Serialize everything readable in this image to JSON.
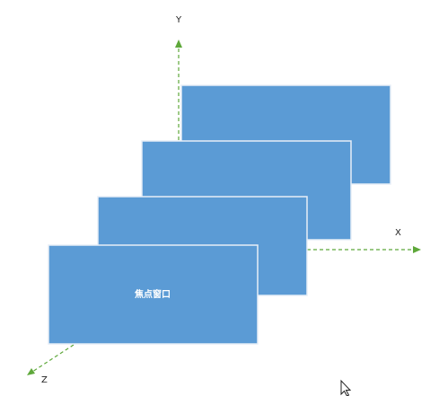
{
  "axes": {
    "x_label": "X",
    "y_label": "Y",
    "z_label": "Z",
    "color": "#5ea83a"
  },
  "windows": {
    "focus_label": "焦点窗口",
    "fill_color": "#5b9bd5",
    "count": 4
  },
  "cursor": {
    "icon": "mouse-pointer-icon"
  }
}
